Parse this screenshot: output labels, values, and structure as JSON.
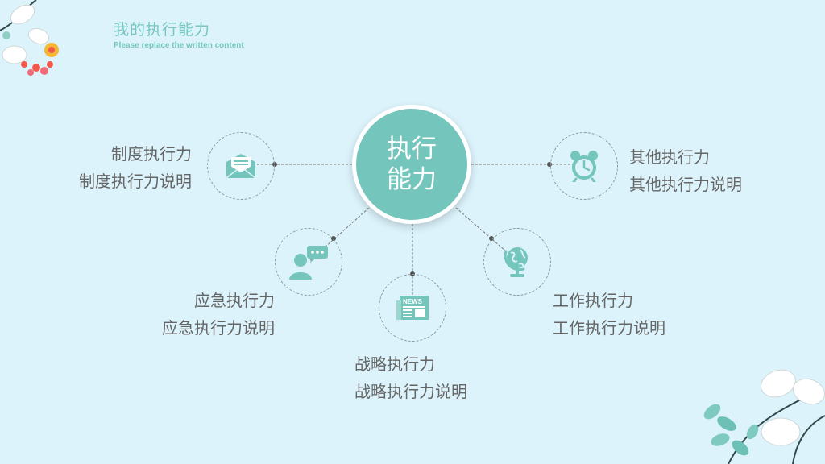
{
  "page": {
    "title": "我的执行能力",
    "subtitle": "Please replace the written content"
  },
  "center": {
    "line1": "执行",
    "line2": "能力"
  },
  "nodes": {
    "system": {
      "title": "制度执行力",
      "desc": "制度执行力说明",
      "icon": "envelope-icon"
    },
    "other": {
      "title": "其他执行力",
      "desc": "其他执行力说明",
      "icon": "alarm-clock-icon"
    },
    "emergency": {
      "title": "应急执行力",
      "desc": "应急执行力说明",
      "icon": "person-chat-icon"
    },
    "strategy": {
      "title": "战略执行力",
      "desc": "战略执行力说明",
      "icon": "newspaper-icon"
    },
    "work": {
      "title": "工作执行力",
      "desc": "工作执行力说明",
      "icon": "globe-icon"
    }
  },
  "icon_text": {
    "news": "NEWS"
  },
  "colors": {
    "accent": "#74c5bc",
    "background": "#dcf3fb",
    "text": "#666666"
  }
}
